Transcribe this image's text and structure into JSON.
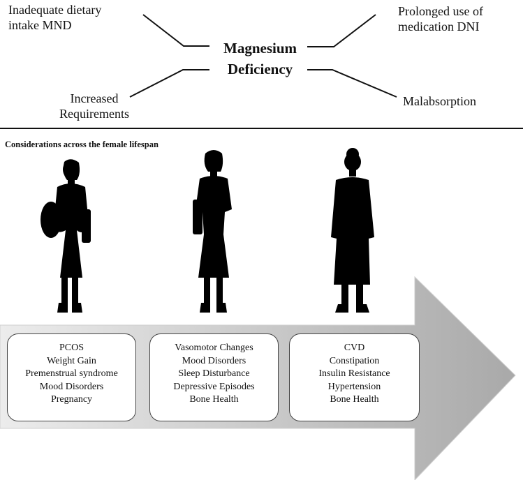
{
  "diagram": {
    "center_title": [
      "Magnesium",
      "Deficiency"
    ],
    "causes": {
      "top_left": [
        "Inadequate dietary",
        "intake MND"
      ],
      "top_right": [
        "Prolonged use of",
        "medication DNI"
      ],
      "bottom_left": [
        "Increased",
        "Requirements"
      ],
      "bottom_right": [
        "Malabsorption"
      ]
    },
    "section_title": "Considerations  across the female lifespan",
    "stages": [
      {
        "items": [
          "PCOS",
          "Weight  Gain",
          "Premenstrual  syndrome",
          "Mood Disorders",
          "Pregnancy"
        ]
      },
      {
        "items": [
          "Vasomotor Changes",
          "Mood Disorders",
          "Sleep Disturbance",
          "Depressive  Episodes",
          "Bone Health"
        ]
      },
      {
        "items": [
          "CVD",
          "Constipation",
          "Insulin Resistance",
          "Hypertension",
          "Bone Health"
        ]
      }
    ],
    "colors": {
      "arrow_light": "#ececec",
      "arrow_dark": "#a9a9a9",
      "silhouette": "#000000",
      "divider": "#111111"
    }
  }
}
